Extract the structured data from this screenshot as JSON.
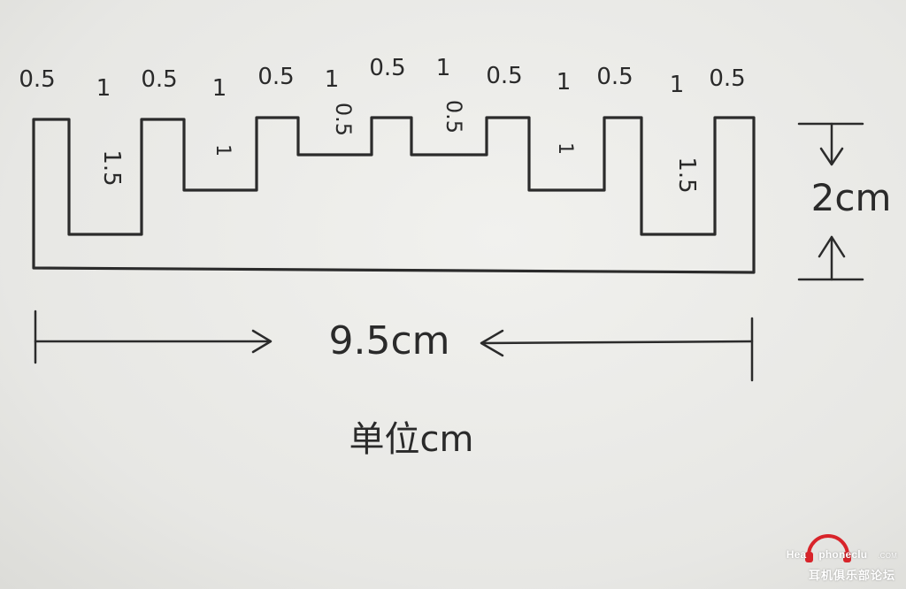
{
  "diagram": {
    "top_labels": [
      "0.5",
      "1",
      "0.5",
      "1",
      "0.5",
      "1",
      "0.5",
      "1",
      "0.5",
      "1",
      "0.5",
      "1",
      "0.5"
    ],
    "depth_labels": [
      "1.5",
      "1",
      "0.5",
      "0.5",
      "1",
      "1.5"
    ],
    "height_label": "2cm",
    "width_label": "9.5cm",
    "unit_label": "单位cm"
  },
  "watermark": {
    "line1_a": "Hea",
    "line1_b": "phoneclu",
    "line1_c": ".COM",
    "line2": "耳机俱乐部论坛",
    "accent_color": "#d8242a"
  }
}
